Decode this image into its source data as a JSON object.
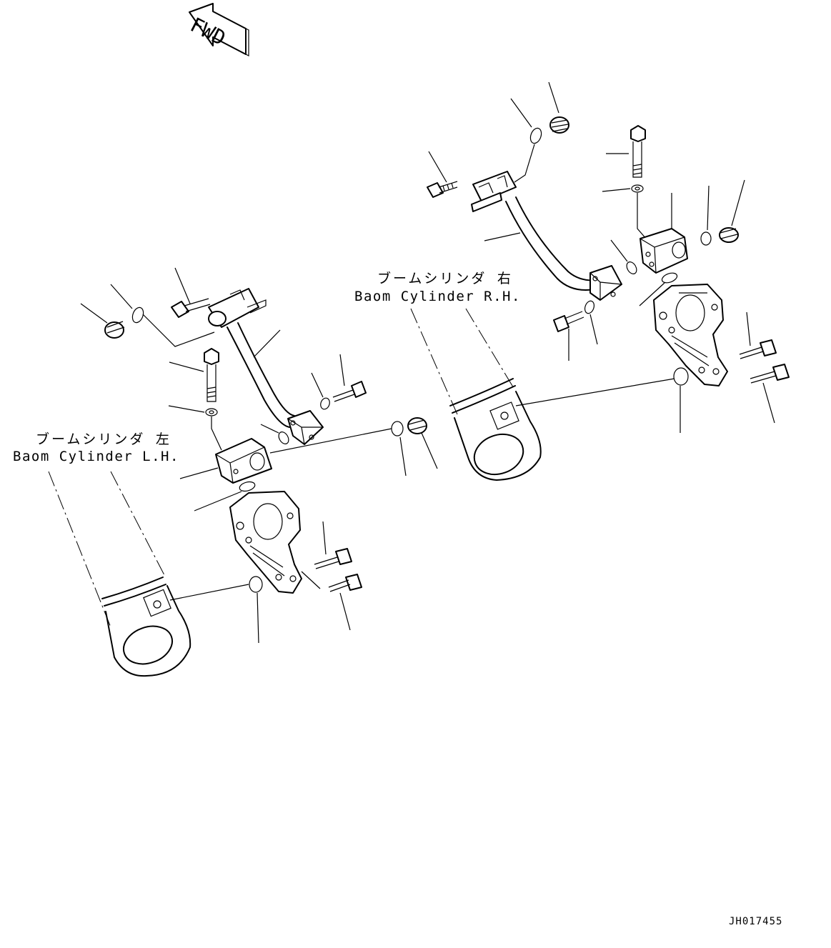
{
  "direction_indicator": {
    "label": "FWD"
  },
  "callouts": {
    "boom_cylinder_rh": {
      "japanese": "ブームシリンダ 右",
      "english": "Baom Cylinder R.H."
    },
    "boom_cylinder_lh": {
      "japanese": "ブームシリンダ 左",
      "english": "Baom Cylinder L.H."
    }
  },
  "drawing_number": "JH017455"
}
